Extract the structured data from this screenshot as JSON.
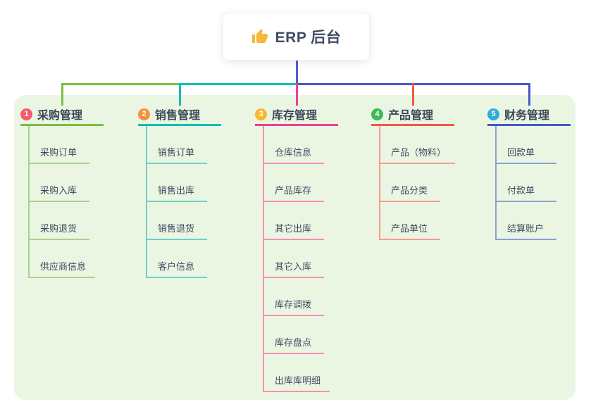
{
  "root": {
    "label": "ERP 后台",
    "icon": "thumbs-up"
  },
  "colors": {
    "panel_bg": "#EAF6E2",
    "trunk": "#4A5FD6",
    "root_text": "#3D4C63",
    "thumb_icon": "#F6B73C"
  },
  "branches": [
    {
      "num": "1",
      "label": "采购管理",
      "badge_color": "#F8596C",
      "line_color": "#7CBE3F",
      "child_line_color": "#A9D18E",
      "children": [
        "采购订单",
        "采购入库",
        "采购退货",
        "供应商信息"
      ]
    },
    {
      "num": "2",
      "label": "销售管理",
      "badge_color": "#F8913E",
      "line_color": "#00BFB3",
      "child_line_color": "#6FCFC7",
      "children": [
        "销售订单",
        "销售出库",
        "销售退货",
        "客户信息"
      ]
    },
    {
      "num": "3",
      "label": "库存管理",
      "badge_color": "#F8B62C",
      "line_color": "#EE3F93",
      "child_line_color": "#F48FB8",
      "children": [
        "仓库信息",
        "产品库存",
        "其它出库",
        "其它入库",
        "库存调拨",
        "库存盘点",
        "出库库明细"
      ]
    },
    {
      "num": "4",
      "label": "产品管理",
      "badge_color": "#3DBA54",
      "line_color": "#F25749",
      "child_line_color": "#F49B92",
      "children": [
        "产品（物料）",
        "产品分类",
        "产品单位"
      ]
    },
    {
      "num": "5",
      "label": "财务管理",
      "badge_color": "#35AADF",
      "line_color": "#4458C7",
      "child_line_color": "#8AA0D8",
      "children": [
        "回款单",
        "付款单",
        "结算账户"
      ]
    }
  ]
}
